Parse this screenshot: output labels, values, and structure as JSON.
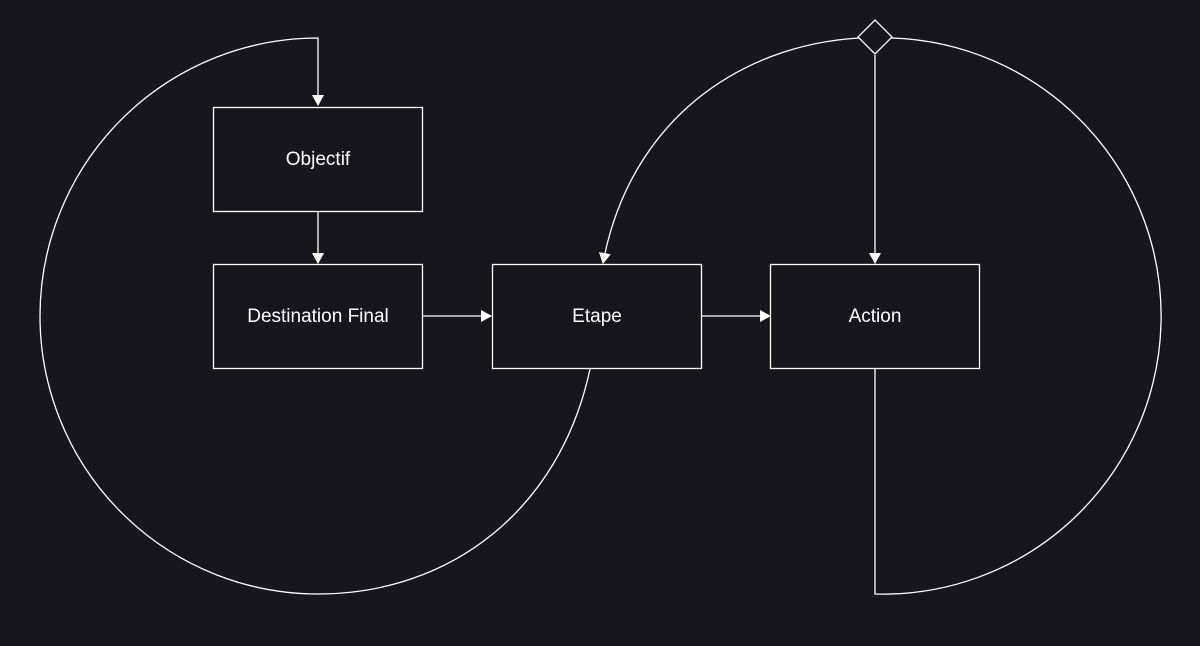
{
  "diagram": {
    "nodes": {
      "objectif": {
        "label": "Objectif"
      },
      "destination": {
        "label": "Destination Final"
      },
      "etape": {
        "label": "Etape"
      },
      "action": {
        "label": "Action"
      }
    },
    "edges": [
      {
        "from": "loop-left",
        "to": "objectif"
      },
      {
        "from": "objectif",
        "to": "destination"
      },
      {
        "from": "destination",
        "to": "etape"
      },
      {
        "from": "etape",
        "to": "action"
      },
      {
        "from": "decision-diamond",
        "to": "action"
      },
      {
        "from": "loop-right",
        "to": "etape"
      }
    ],
    "colors": {
      "background": "#18161d",
      "stroke": "#ffffff",
      "text": "#ffffff"
    }
  }
}
